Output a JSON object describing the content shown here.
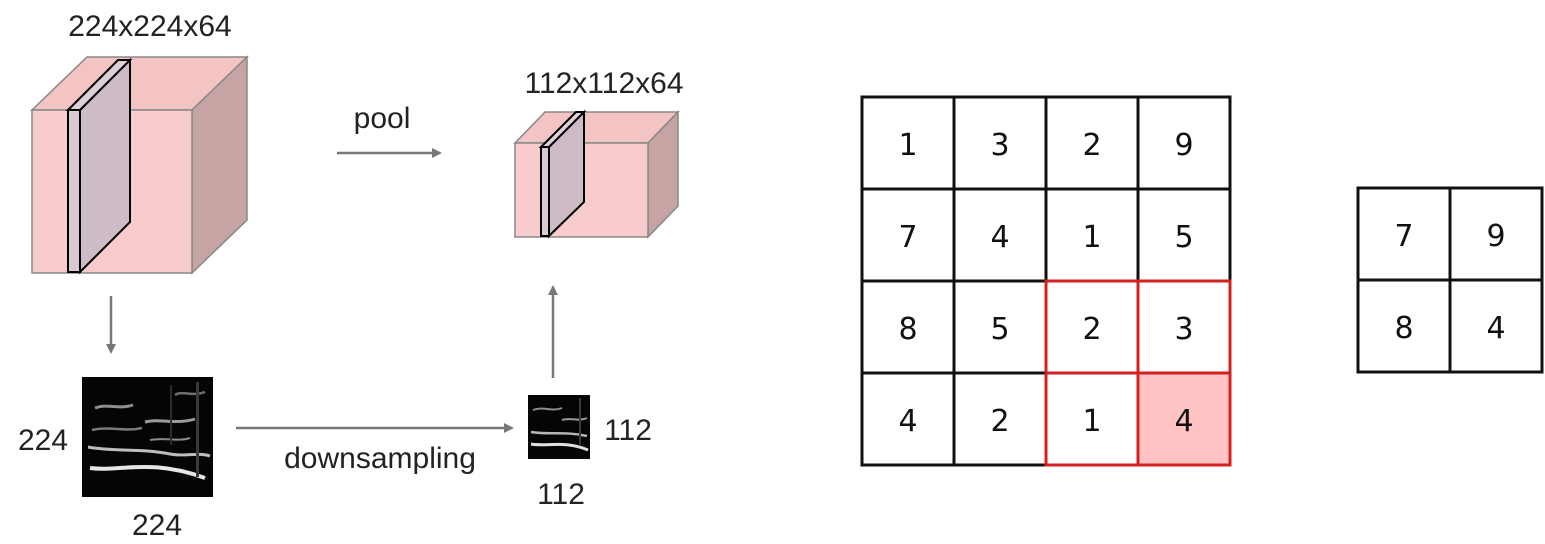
{
  "left_figure": {
    "input_volume_label": "224x224x64",
    "output_volume_label": "112x112x64",
    "pool_label": "pool",
    "downsampling_label": "downsampling",
    "input_slice_height_label": "224",
    "input_slice_width_label": "224",
    "output_slice_height_label": "112",
    "output_slice_width_label": "112"
  },
  "input_grid": [
    [
      "1",
      "3",
      "2",
      "9"
    ],
    [
      "7",
      "4",
      "1",
      "5"
    ],
    [
      "8",
      "5",
      "2",
      "3"
    ],
    [
      "4",
      "2",
      "1",
      "4"
    ]
  ],
  "output_grid": [
    [
      "7",
      "9"
    ],
    [
      "8",
      "4"
    ]
  ],
  "colors": {
    "volume_front": "#f8cccc",
    "volume_top": "#f4c3c3",
    "volume_side": "#c7a4a4",
    "slice_fill": "#d2c1c9",
    "highlight_border": "#d42020",
    "highlight_fill": "#ffc3c3",
    "arrow": "#777777",
    "grid_line": "#111111"
  }
}
